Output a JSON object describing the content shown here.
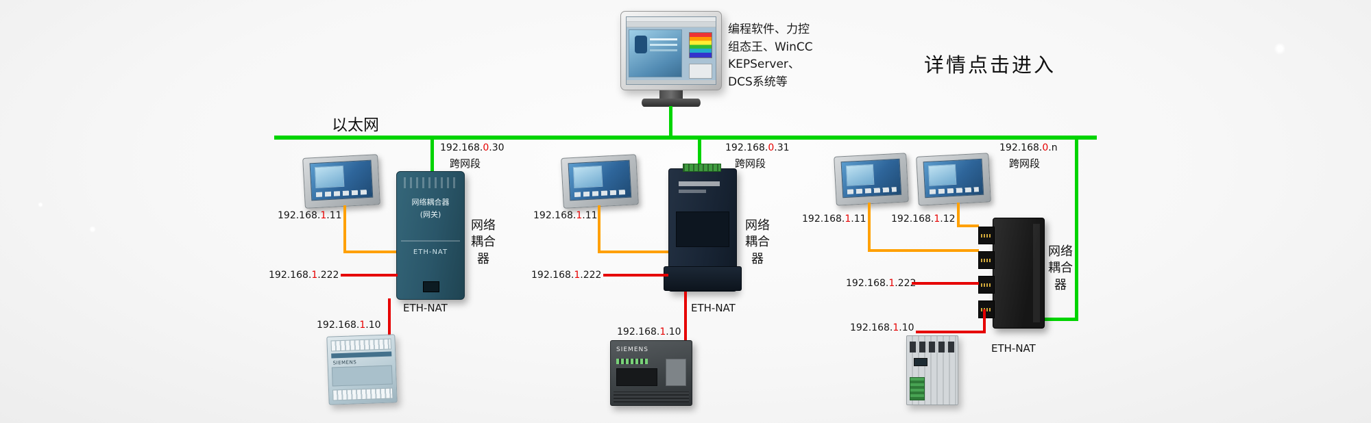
{
  "top": {
    "software_note_lines": [
      "编程软件、力控",
      "组态王、WinCC",
      "KEPServer、",
      "DCS系统等"
    ],
    "details_link": "详情点击进入",
    "ethernet_label": "以太网"
  },
  "colors": {
    "ethernet_green": "#00d400",
    "hmi_wire_orange": "#ffa000",
    "nat_wire_red": "#e60000",
    "ip_highlight_red": "#e60000"
  },
  "device_prints": {
    "coupler1_line1": "网络耦合器",
    "coupler1_line2": "(网关)",
    "eth_nat": "ETH-NAT",
    "siemens": "SIEMENS"
  },
  "groups": [
    {
      "cross_ip": {
        "p1": "192.168.",
        "p2": "0",
        "p3": ".30"
      },
      "cross_label": "跨网段",
      "hmi_ip": {
        "p1": "192.168.",
        "p2": "1",
        "p3": ".11"
      },
      "nat_ip": {
        "p1": "192.168.",
        "p2": "1",
        "p3": ".222"
      },
      "plc_ip": {
        "p1": "192.168.",
        "p2": "1",
        "p3": ".10"
      },
      "coupler_label": "网络耦合器",
      "nat_label": "ETH-NAT"
    },
    {
      "cross_ip": {
        "p1": "192.168.",
        "p2": "0",
        "p3": ".31"
      },
      "cross_label": "跨网段",
      "hmi_ip": {
        "p1": "192.168.",
        "p2": "1",
        "p3": ".11"
      },
      "nat_ip": {
        "p1": "192.168.",
        "p2": "1",
        "p3": ".222"
      },
      "plc_ip": {
        "p1": "192.168.",
        "p2": "1",
        "p3": ".10"
      },
      "coupler_label": "网络耦合器",
      "nat_label": "ETH-NAT"
    },
    {
      "cross_ip": {
        "p1": "192.168.",
        "p2": "0",
        "p3": ".n"
      },
      "cross_label": "跨网段",
      "hmi_ip": {
        "p1": "192.168.",
        "p2": "1",
        "p3": ".11"
      },
      "hmi2_ip": {
        "p1": "192.168.",
        "p2": "1",
        "p3": ".12"
      },
      "nat_ip": {
        "p1": "192.168.",
        "p2": "1",
        "p3": ".222"
      },
      "plc_ip": {
        "p1": "192.168.",
        "p2": "1",
        "p3": ".10"
      },
      "coupler_label": "网络耦合器",
      "nat_label": "ETH-NAT"
    }
  ]
}
